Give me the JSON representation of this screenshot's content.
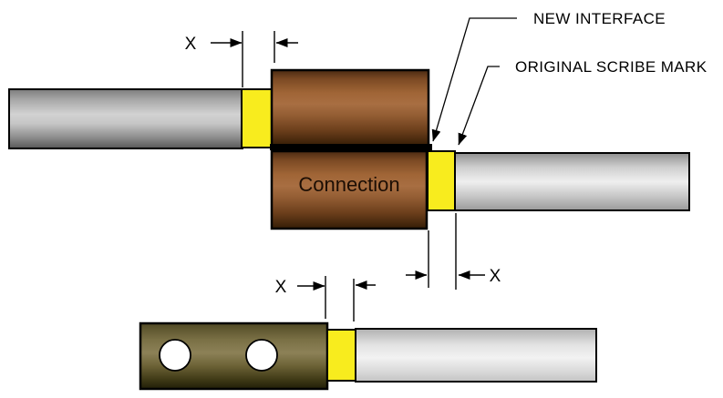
{
  "figure": {
    "callouts": {
      "new_interface": "NEW INTERFACE",
      "original_scribe_mark": "ORIGINAL SCRIBE MARK"
    },
    "connector": {
      "label": "Connection"
    },
    "dimensions": {
      "top_left": "X",
      "right": "X",
      "bottom": "X"
    },
    "colors": {
      "background": "#ffffff",
      "scribe_mark_yellow": "#f8ec1e",
      "connector_copper_mid": "#a86e42",
      "connector_copper_dark": "#47280f",
      "conductor_gray_light": "#d9d9d9",
      "conductor_gray_dark": "#6e6e6e",
      "lug_olive_mid": "#8c8157",
      "lug_olive_dark": "#2c280c",
      "hole_white": "#ffffff",
      "line_black": "#000000"
    }
  }
}
